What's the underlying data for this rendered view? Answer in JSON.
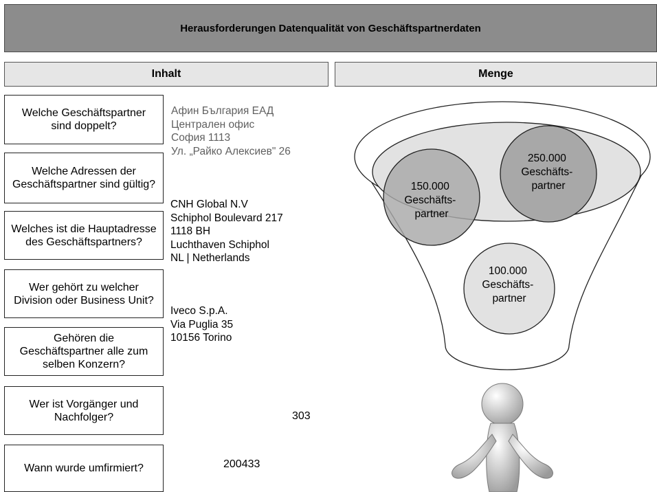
{
  "title": "Herausforderungen Datenqualität von Geschäftspartnerdaten",
  "headers": {
    "left": "Inhalt",
    "right": "Menge"
  },
  "questions": [
    "Welche Geschäftspartner sind doppelt?",
    "Welche Adressen der Geschäftspartner sind gültig?",
    "Welches ist die Hauptadresse des Geschäftspartners?",
    "Wer gehört zu welcher Division oder Business Unit?",
    "Gehören die Geschäftspartner alle zum selben Konzern?",
    "Wer ist Vorgänger und Nachfolger?",
    "Wann wurde umfirmiert?"
  ],
  "addresses": {
    "bulgaria": "Афин България ЕАД\nЦентрален офис\nСофия 1113\nУл. „Райко Алексиев\" 26",
    "cnh": "CNH Global N.V\nSchiphol Boulevard 217\n1118 BH\nLuchthaven Schiphol\nNL | Netherlands",
    "iveco": "Iveco S.p.A.\nVia Puglia 35\n10156 Torino"
  },
  "numbers": {
    "n303": "303",
    "n200433": "200433"
  },
  "circles": {
    "c150": "150.000 Geschäfts-partner",
    "c250": "250.000 Geschäfts-partner",
    "c100": "100.000 Geschäfts-partner"
  },
  "circle_lines": {
    "c150": [
      "150.000",
      "Geschäfts-",
      "partner"
    ],
    "c250": [
      "250.000",
      "Geschäfts-",
      "partner"
    ],
    "c100": [
      "100.000",
      "Geschäfts-",
      "partner"
    ]
  },
  "colors": {
    "title_bg": "#8c8c8c",
    "header_bg": "#e6e6e6",
    "ellipse_fill": "#e2e2e2",
    "circle_fill": "#a8a8a8"
  },
  "icons": {
    "figure": "thinking-person-figure-icon"
  }
}
